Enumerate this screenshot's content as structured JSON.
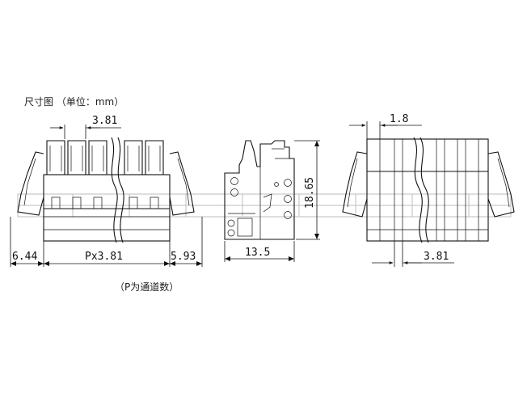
{
  "caption_top": "尺寸图  （单位：mm）",
  "caption_bottom": "（P为通道数）",
  "front_view": {
    "pitch_label": "3.81",
    "left_offset_label": "6.44",
    "span_label": "Px3.81",
    "right_offset_label": "5.93"
  },
  "side_view": {
    "depth_label": "13.5",
    "height_label": "18.65"
  },
  "top_view": {
    "wall_label": "1.8",
    "pitch_label": "3.81"
  }
}
